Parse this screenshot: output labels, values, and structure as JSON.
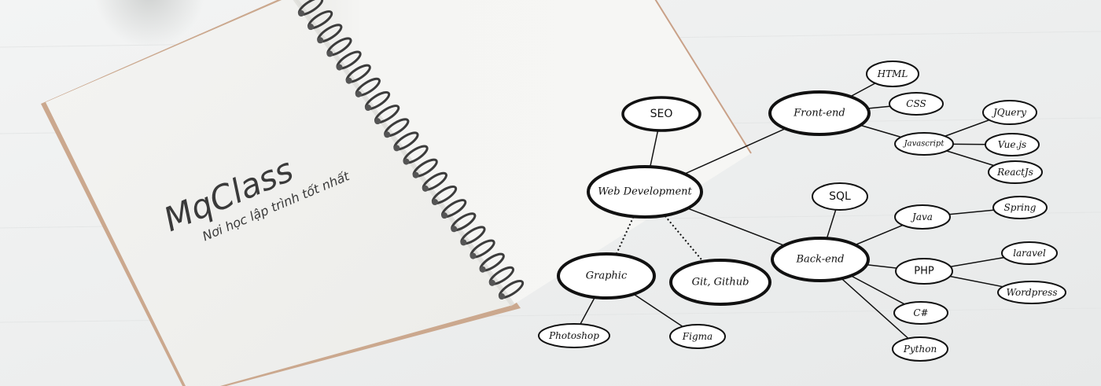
{
  "notebook": {
    "brand_title": "MqClass",
    "tagline": "Nơi học lập trình tốt nhất"
  },
  "mindmap": {
    "nodes": [
      {
        "id": "web",
        "label": "Web Development"
      },
      {
        "id": "seo",
        "label": "SEO"
      },
      {
        "id": "frontend",
        "label": "Front-end"
      },
      {
        "id": "html",
        "label": "HTML"
      },
      {
        "id": "css",
        "label": "CSS"
      },
      {
        "id": "javascript",
        "label": "Javascript"
      },
      {
        "id": "jquery",
        "label": "JQuery"
      },
      {
        "id": "vuejs",
        "label": "Vue.js"
      },
      {
        "id": "reactjs",
        "label": "ReactJs"
      },
      {
        "id": "backend",
        "label": "Back-end"
      },
      {
        "id": "sql",
        "label": "SQL"
      },
      {
        "id": "java",
        "label": "Java"
      },
      {
        "id": "spring",
        "label": "Spring"
      },
      {
        "id": "php",
        "label": "PHP"
      },
      {
        "id": "laravel",
        "label": "laravel"
      },
      {
        "id": "wordpress",
        "label": "Wordpress"
      },
      {
        "id": "csharp",
        "label": "C#"
      },
      {
        "id": "python",
        "label": "Python"
      },
      {
        "id": "graphic",
        "label": "Graphic"
      },
      {
        "id": "photoshop",
        "label": "Photoshop"
      },
      {
        "id": "figma",
        "label": "Figma"
      },
      {
        "id": "git",
        "label": "Git, Github"
      }
    ],
    "edges": [
      {
        "from": "web",
        "to": "seo",
        "style": "solid"
      },
      {
        "from": "web",
        "to": "frontend",
        "style": "solid"
      },
      {
        "from": "web",
        "to": "backend",
        "style": "solid"
      },
      {
        "from": "web",
        "to": "graphic",
        "style": "dotted"
      },
      {
        "from": "web",
        "to": "git",
        "style": "dotted"
      },
      {
        "from": "frontend",
        "to": "html",
        "style": "solid"
      },
      {
        "from": "frontend",
        "to": "css",
        "style": "solid"
      },
      {
        "from": "frontend",
        "to": "javascript",
        "style": "solid"
      },
      {
        "from": "javascript",
        "to": "jquery",
        "style": "solid"
      },
      {
        "from": "javascript",
        "to": "vuejs",
        "style": "solid"
      },
      {
        "from": "javascript",
        "to": "reactjs",
        "style": "solid"
      },
      {
        "from": "backend",
        "to": "sql",
        "style": "solid"
      },
      {
        "from": "backend",
        "to": "java",
        "style": "solid"
      },
      {
        "from": "backend",
        "to": "php",
        "style": "solid"
      },
      {
        "from": "backend",
        "to": "csharp",
        "style": "solid"
      },
      {
        "from": "backend",
        "to": "python",
        "style": "solid"
      },
      {
        "from": "java",
        "to": "spring",
        "style": "solid"
      },
      {
        "from": "php",
        "to": "laravel",
        "style": "solid"
      },
      {
        "from": "php",
        "to": "wordpress",
        "style": "solid"
      },
      {
        "from": "graphic",
        "to": "photoshop",
        "style": "solid"
      },
      {
        "from": "graphic",
        "to": "figma",
        "style": "solid"
      }
    ]
  }
}
